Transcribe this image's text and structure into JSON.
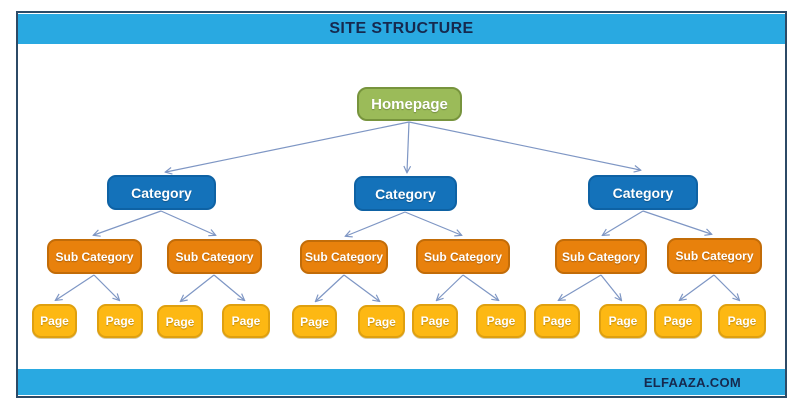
{
  "header": {
    "title": "SITE STRUCTURE"
  },
  "footer": {
    "text": "ELFAAZA.COM"
  },
  "colors": {
    "cyan": "#29A9E1",
    "navy": "#16294E",
    "frame": "#2C4A66",
    "green": "#9BBB59",
    "green-border": "#77943D",
    "blue": "#1472BA",
    "blue-border": "#0E62A4",
    "orange": "#E8810C",
    "orange-border": "#C26C08",
    "yellow": "#FDB813",
    "yellow-border": "#DFA00F",
    "arrow": "#7E96C4"
  },
  "diagram": {
    "homepage": {
      "label": "Homepage"
    },
    "categories": [
      {
        "label": "Category"
      },
      {
        "label": "Category"
      },
      {
        "label": "Category"
      }
    ],
    "subcategories": [
      {
        "label": "Sub Category"
      },
      {
        "label": "Sub Category"
      },
      {
        "label": "Sub Category"
      },
      {
        "label": "Sub Category"
      },
      {
        "label": "Sub Category"
      },
      {
        "label": "Sub Category"
      }
    ],
    "pages": [
      {
        "label": "Page"
      },
      {
        "label": "Page"
      },
      {
        "label": "Page"
      },
      {
        "label": "Page"
      },
      {
        "label": "Page"
      },
      {
        "label": "Page"
      },
      {
        "label": "Page"
      },
      {
        "label": "Page"
      },
      {
        "label": "Page"
      },
      {
        "label": "Page"
      },
      {
        "label": "Page"
      },
      {
        "label": "Page"
      }
    ]
  }
}
